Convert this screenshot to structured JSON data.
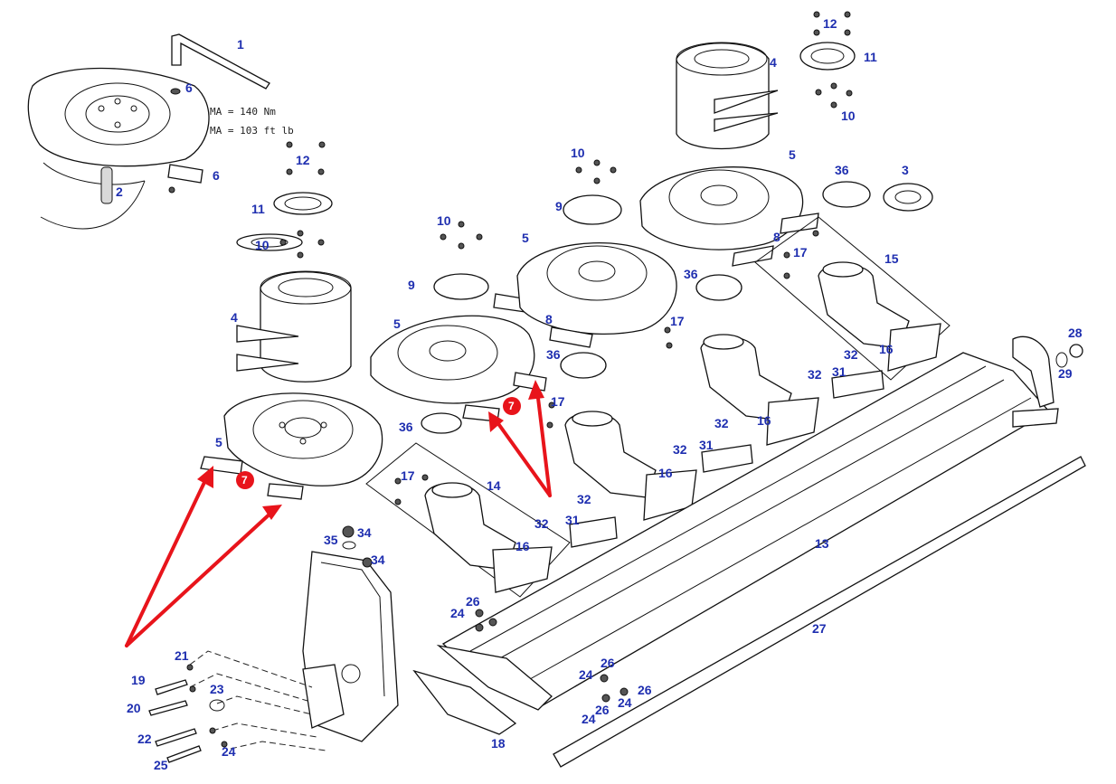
{
  "colors": {
    "label": "#1f2fb0",
    "highlight": "#e8141b",
    "line": "#111111"
  },
  "torque": {
    "line1": "MA = 140 Nm",
    "line2": "MA = 103 ft lb"
  },
  "highlight_badge": "7",
  "part_labels": [
    "1",
    "2",
    "3",
    "4",
    "5",
    "6",
    "8",
    "9",
    "10",
    "11",
    "12",
    "13",
    "14",
    "15",
    "16",
    "17",
    "18",
    "19",
    "20",
    "21",
    "22",
    "23",
    "24",
    "25",
    "26",
    "27",
    "28",
    "29",
    "31",
    "32",
    "34",
    "35",
    "36"
  ]
}
